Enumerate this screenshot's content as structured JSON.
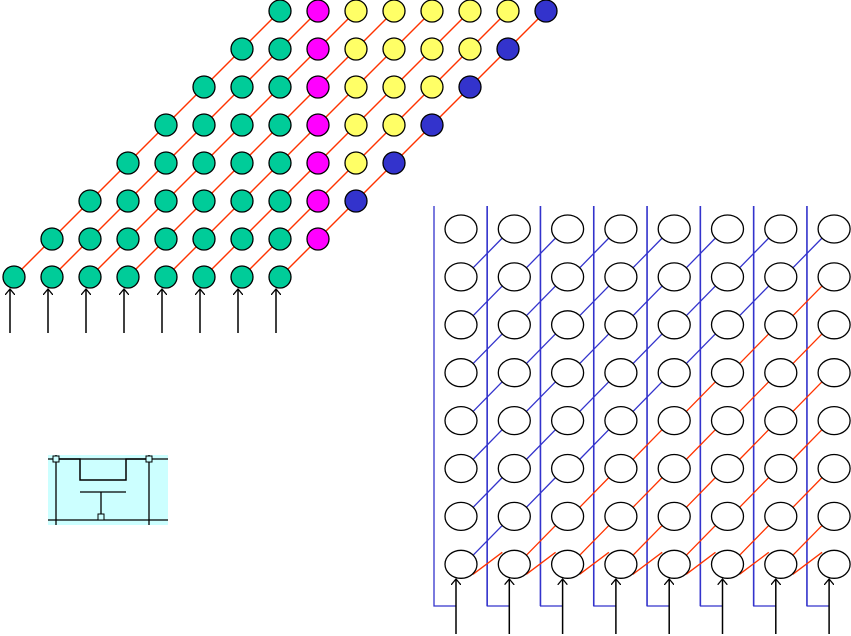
{
  "colors": {
    "green": "#00cc99",
    "magenta": "#ff00ff",
    "yellow": "#ffff66",
    "blue": "#3333cc",
    "red_line": "#ff3300",
    "blue_line": "#3333cc",
    "cyan_fill": "#ccffff",
    "stroke": "#000000"
  },
  "parallelogram_array": {
    "rows": 8,
    "cols": 8,
    "cell_colors_by_row_top_to_bottom": [
      [
        "green",
        "magenta",
        "yellow",
        "yellow",
        "yellow",
        "yellow",
        "yellow",
        "blue"
      ],
      [
        "green",
        "green",
        "magenta",
        "yellow",
        "yellow",
        "yellow",
        "yellow",
        "blue"
      ],
      [
        "green",
        "green",
        "green",
        "magenta",
        "yellow",
        "yellow",
        "yellow",
        "blue"
      ],
      [
        "green",
        "green",
        "green",
        "green",
        "magenta",
        "yellow",
        "yellow",
        "blue"
      ],
      [
        "green",
        "green",
        "green",
        "green",
        "green",
        "magenta",
        "yellow",
        "blue"
      ],
      [
        "green",
        "green",
        "green",
        "green",
        "green",
        "green",
        "magenta",
        "blue"
      ],
      [
        "green",
        "green",
        "green",
        "green",
        "green",
        "green",
        "green",
        "magenta"
      ],
      [
        "green",
        "green",
        "green",
        "green",
        "green",
        "green",
        "green",
        "green"
      ]
    ],
    "input_arrows": 8
  },
  "square_array": {
    "rows": 8,
    "cols": 8,
    "input_arrows": 8
  },
  "legend_icon": {
    "name": "processing-element-symbol"
  }
}
